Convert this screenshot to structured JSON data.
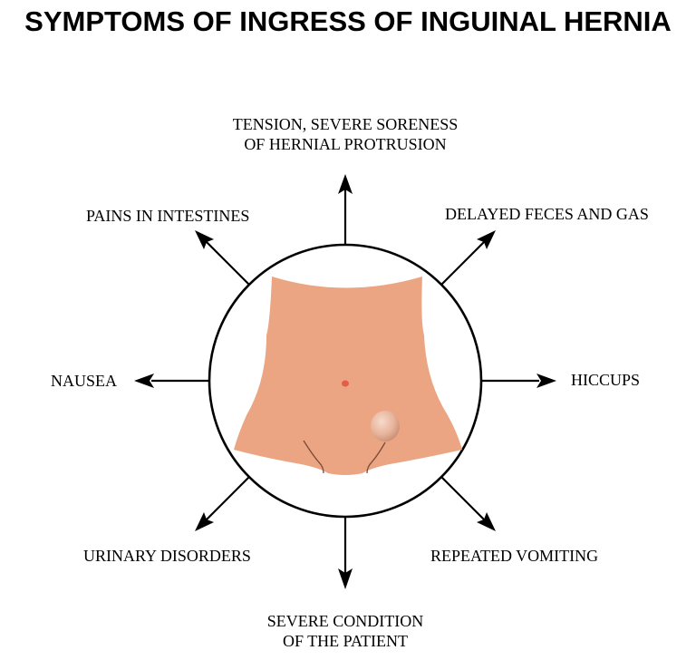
{
  "title": "SYMPTOMS OF INGRESS OF INGUINAL HERNIA",
  "colors": {
    "skin": "#EBA582",
    "navel": "#E35E48",
    "hernia": "#E8B49C",
    "line": "#000000",
    "fold": "#7A4A3A"
  },
  "symptoms": {
    "top_line1": "TENSION, SEVERE SORENESS",
    "top_line2": "OF HERNIAL PROTRUSION",
    "top_right": "DELAYED FECES AND GAS",
    "right": "HICCUPS",
    "bottom_right": "REPEATED VOMITING",
    "bottom_line1": "SEVERE CONDITION",
    "bottom_line2": "OF THE PATIENT",
    "bottom_left": "URINARY DISORDERS",
    "left": "NAUSEA",
    "top_left": "PAINS IN INTESTINES"
  },
  "icons": {
    "center": "abdomen-with-hernia-icon",
    "arrows": "arrow-icon"
  }
}
